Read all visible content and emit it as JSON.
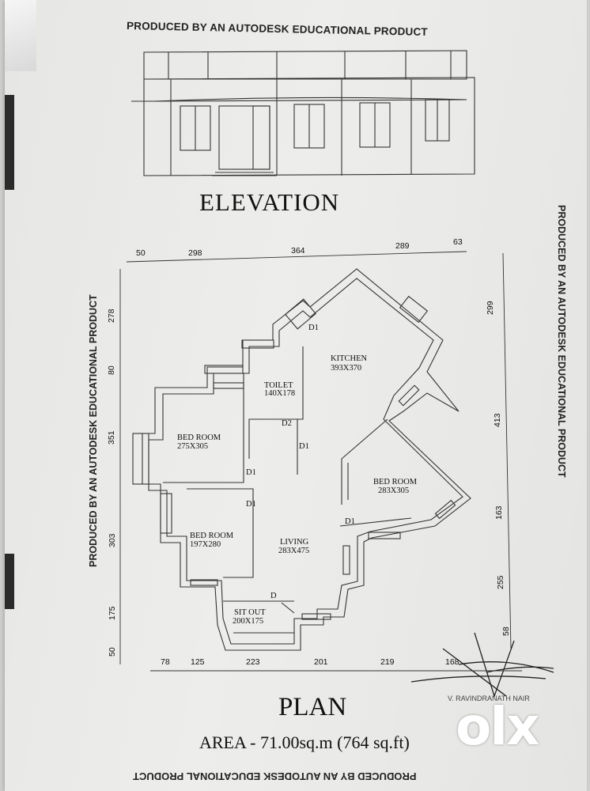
{
  "watermark_top": "PRODUCED BY AN AUTODESK EDUCATIONAL PRODUCT",
  "watermark_left": "PRODUCED BY AN AUTODESK EDUCATIONAL PRODUCT",
  "watermark_right": "PRODUCED BY AN AUTODESK EDUCATIONAL PRODUCT",
  "watermark_bottom": "PRODUCED BY AN AUTODESK EDUCATIONAL PRODUCT",
  "elevation_title": "ELEVATION",
  "plan_title": "PLAN",
  "area": "AREA - 71.00sq.m (764 sq.ft)",
  "signature_text": "V. RAVINDRANATH NAIR",
  "logo": "olx",
  "rooms": {
    "kitchen": {
      "name": "KITCHEN",
      "size": "393X370"
    },
    "toilet": {
      "name": "TOILET",
      "size": "140X178"
    },
    "bedroom1": {
      "name": "BED ROOM",
      "size": "275X305"
    },
    "bedroom2": {
      "name": "BED ROOM",
      "size": "283X305"
    },
    "bedroom3": {
      "name": "BED ROOM",
      "size": "197X280"
    },
    "living": {
      "name": "LIVING",
      "size": "283X475"
    },
    "sitout": {
      "name": "SIT OUT",
      "size": "200X175"
    }
  },
  "doors": {
    "d1": "D1",
    "d2": "D2",
    "d": "D"
  },
  "dimensions": {
    "top": [
      "50",
      "298",
      "364",
      "289",
      "63"
    ],
    "bottom": [
      "78",
      "125",
      "223",
      "201",
      "219",
      "168"
    ],
    "left": [
      "278",
      "80",
      "351",
      "303",
      "175",
      "50"
    ],
    "right": [
      "299",
      "413",
      "163",
      "255",
      "58"
    ]
  }
}
